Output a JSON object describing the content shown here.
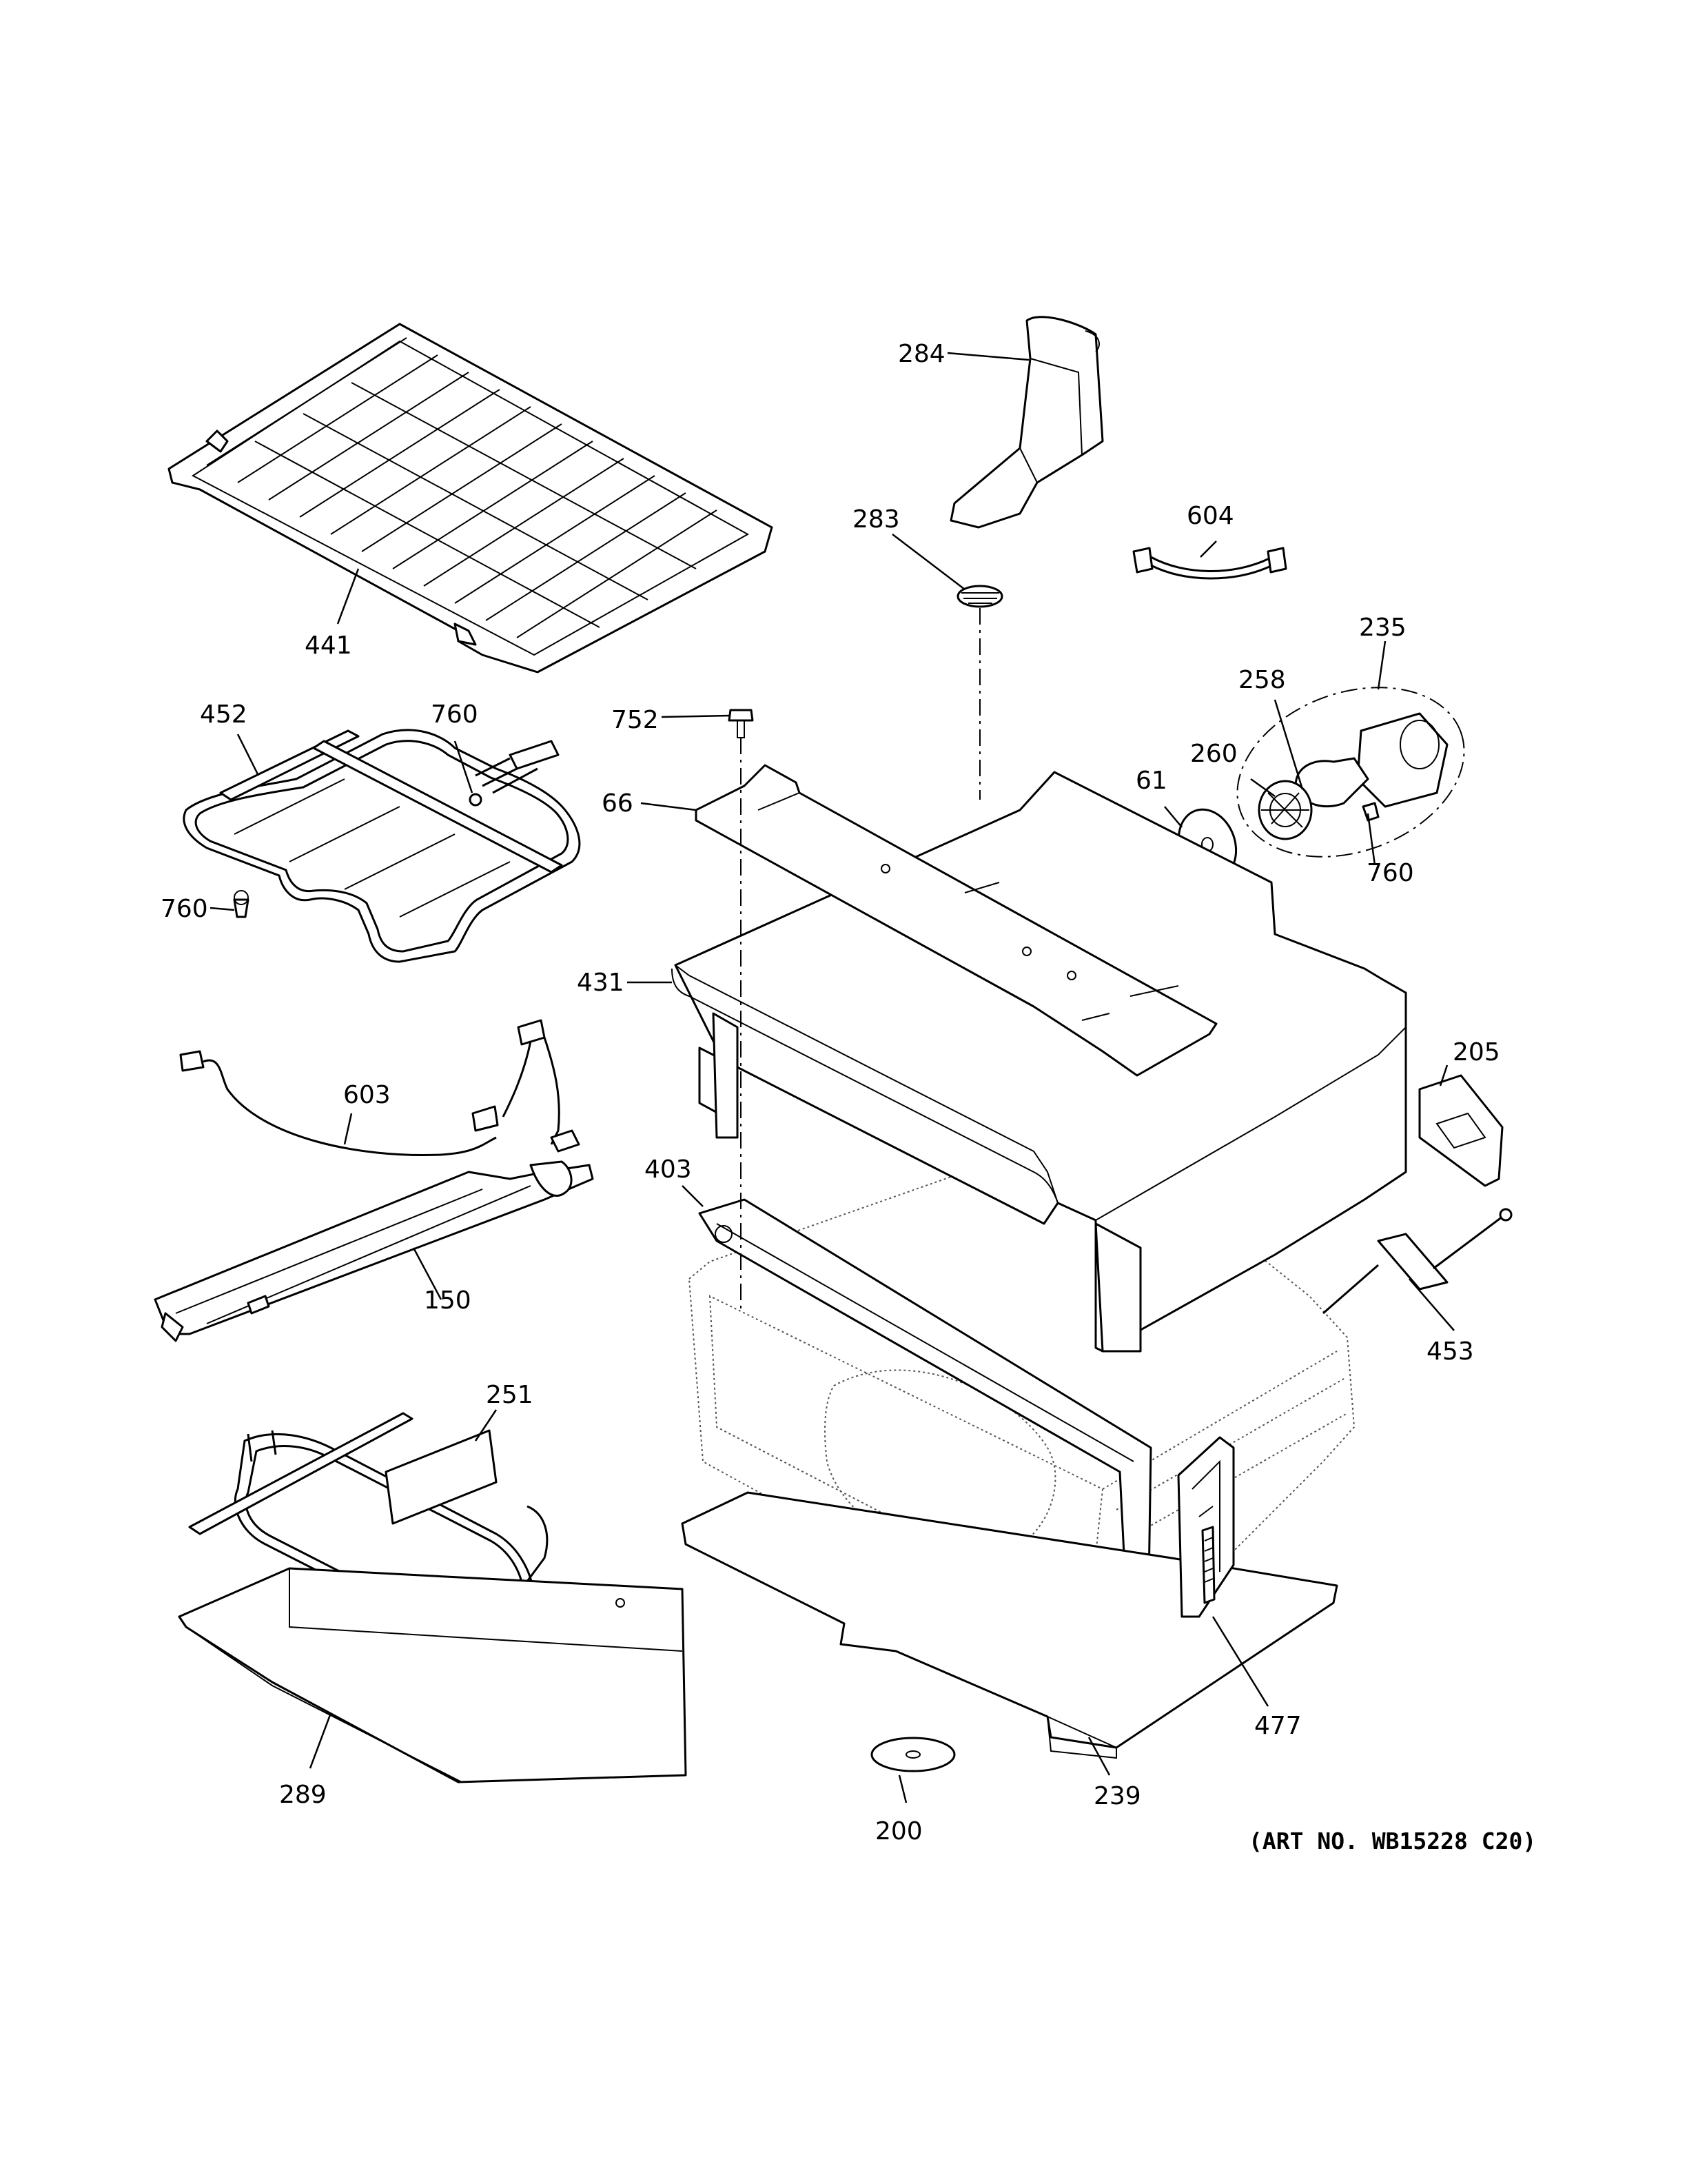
{
  "diagram": {
    "art_number": "(ART NO. WB15228 C20)",
    "callouts": [
      "284",
      "283",
      "604",
      "235",
      "258",
      "260",
      "61",
      "760",
      "441",
      "452",
      "760",
      "752",
      "66",
      "760",
      "431",
      "603",
      "403",
      "205",
      "150",
      "453",
      "251",
      "477",
      "289",
      "239",
      "200"
    ]
  }
}
